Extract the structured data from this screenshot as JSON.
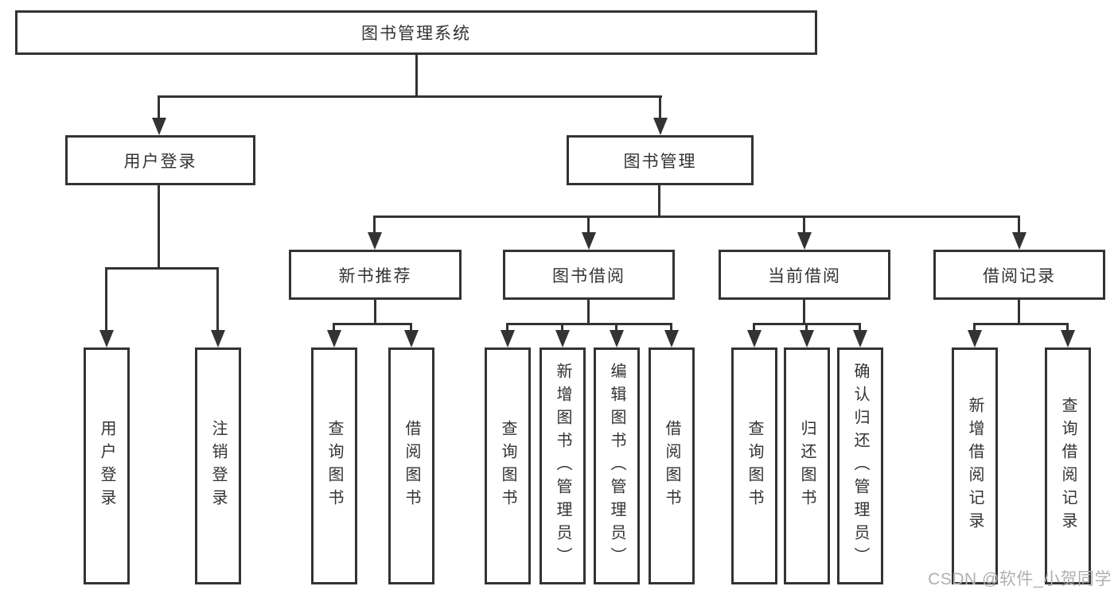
{
  "tree": {
    "root": {
      "label": "图书管理系统",
      "children": [
        {
          "label": "用户登录",
          "children": [
            {
              "label": "用户登录"
            },
            {
              "label": "注销登录"
            }
          ]
        },
        {
          "label": "图书管理",
          "children": [
            {
              "label": "新书推荐",
              "children": [
                {
                  "label": "查询图书"
                },
                {
                  "label": "借阅图书"
                }
              ]
            },
            {
              "label": "图书借阅",
              "children": [
                {
                  "label": "查询图书"
                },
                {
                  "label": "新增图书（管理员）"
                },
                {
                  "label": "编辑图书（管理员）"
                },
                {
                  "label": "借阅图书"
                }
              ]
            },
            {
              "label": "当前借阅",
              "children": [
                {
                  "label": "查询图书"
                },
                {
                  "label": "归还图书"
                },
                {
                  "label": "确认归还（管理员）"
                }
              ]
            },
            {
              "label": "借阅记录",
              "children": [
                {
                  "label": "新增借阅记录"
                },
                {
                  "label": "查询借阅记录"
                }
              ]
            }
          ]
        }
      ]
    }
  },
  "watermark": {
    "text": "CSDN @软件_小贺同学"
  },
  "colors": {
    "line": "#333333",
    "text": "#333333",
    "box_background": "#ffffff",
    "watermark": "#b0b0b0",
    "background": "#ffffff"
  }
}
